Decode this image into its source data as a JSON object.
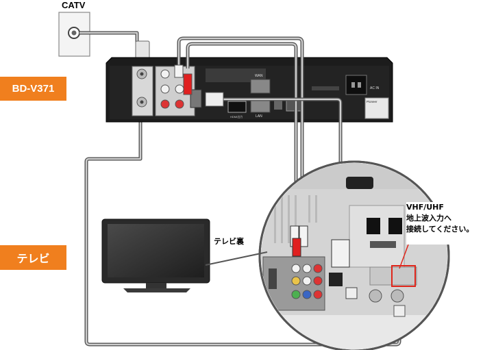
{
  "labels": {
    "catv": "CATV",
    "device_tag": "BD-V371",
    "tv_tag": "テレビ",
    "tv_back": "テレビ裏",
    "callout": [
      "VHF/UHF",
      "地上波入力へ",
      "接続してください。"
    ]
  },
  "device_panel_text": {
    "wan": "WAN",
    "lan": "LAN",
    "hdmi": "HDMI出力",
    "ac": "AC IN",
    "brand": "Pioneer"
  },
  "colors": {
    "tag": "#f07f1e",
    "cable": "#555555",
    "cable_core": "#cfcfcf",
    "highlight": "#e0261b",
    "device": "#1c1c1c",
    "tv_frame": "#2a2a2a"
  }
}
